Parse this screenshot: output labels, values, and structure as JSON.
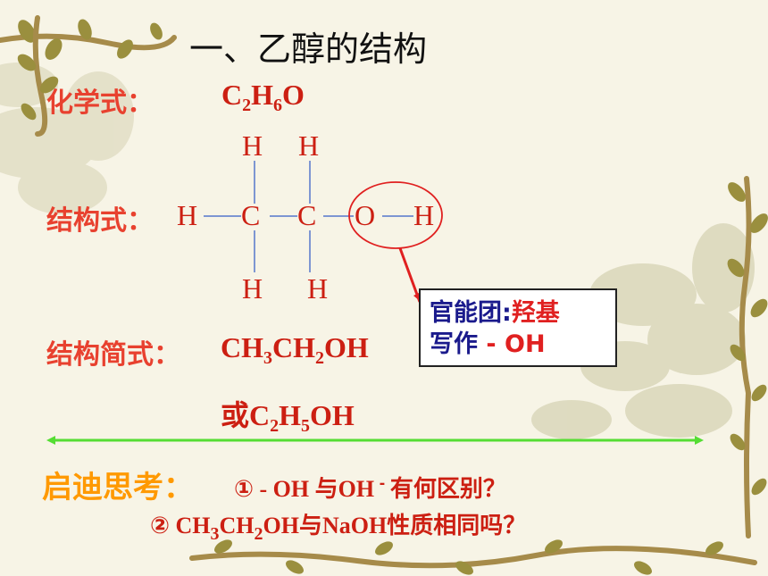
{
  "title": "一、乙醇的结构",
  "molecular_formula": {
    "label": "化学式：",
    "p1": "C",
    "s1": "2",
    "p2": "H",
    "s2": "6",
    "p3": "O"
  },
  "structural_formula": {
    "label": "结构式：",
    "atoms": {
      "h_top_left": "H",
      "h_top_right": "H",
      "h_left": "H",
      "c1": "C",
      "c2": "C",
      "o": "O",
      "h_right": "H",
      "h_bottom_left": "H",
      "h_bottom_right": "H"
    }
  },
  "callout": {
    "line1_prefix": "官能团:",
    "line1_highlight": "羟基",
    "line2_prefix": "写作",
    "line2_highlight": " - OH"
  },
  "condensed_formula": {
    "label": "结构简式：",
    "f1": {
      "p1": "CH",
      "s1": "3",
      "p2": "CH",
      "s2": "2",
      "p3": "OH"
    },
    "f2": {
      "prefix": "或",
      "p1": "C",
      "s1": "2",
      "p2": "H",
      "s2": "5",
      "p3": "OH"
    }
  },
  "thinking": {
    "label": "启迪思考：",
    "q1": {
      "num": "①",
      "a": " - OH ",
      "b": "与",
      "c": "OH",
      "sup": " - ",
      "d": "有何区别？"
    },
    "q2": {
      "num": "②",
      "p1": " CH",
      "s1": "3",
      "p2": "CH",
      "s2": "2",
      "p3": "OH",
      "b": "与",
      "c": "NaOH",
      "d": "性质相同吗？"
    }
  },
  "colors": {
    "label_red": "#e8412f",
    "formula_red": "#cc1f12",
    "think_orange": "#ff9900",
    "divider_green": "#55dd33",
    "callout_blue": "#1a1a8c"
  }
}
